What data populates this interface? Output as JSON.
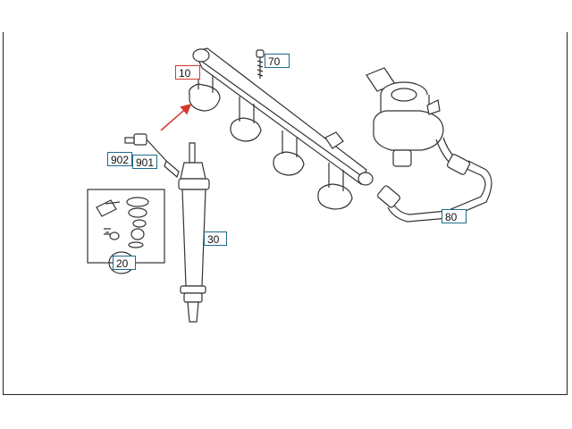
{
  "diagram": {
    "parts": [
      {
        "id": "fuel-rail",
        "label": "10",
        "highlighted": true
      },
      {
        "id": "bolt",
        "label": "70"
      },
      {
        "id": "connector",
        "label": "902"
      },
      {
        "id": "connector-clip",
        "label": "901"
      },
      {
        "id": "seal-kit",
        "label": "20"
      },
      {
        "id": "injector",
        "label": "30"
      },
      {
        "id": "fuel-line",
        "label": "80"
      }
    ],
    "colors": {
      "callout_border": "#1e6a8c",
      "highlight": "#d23a2a",
      "line": "#333333"
    }
  }
}
